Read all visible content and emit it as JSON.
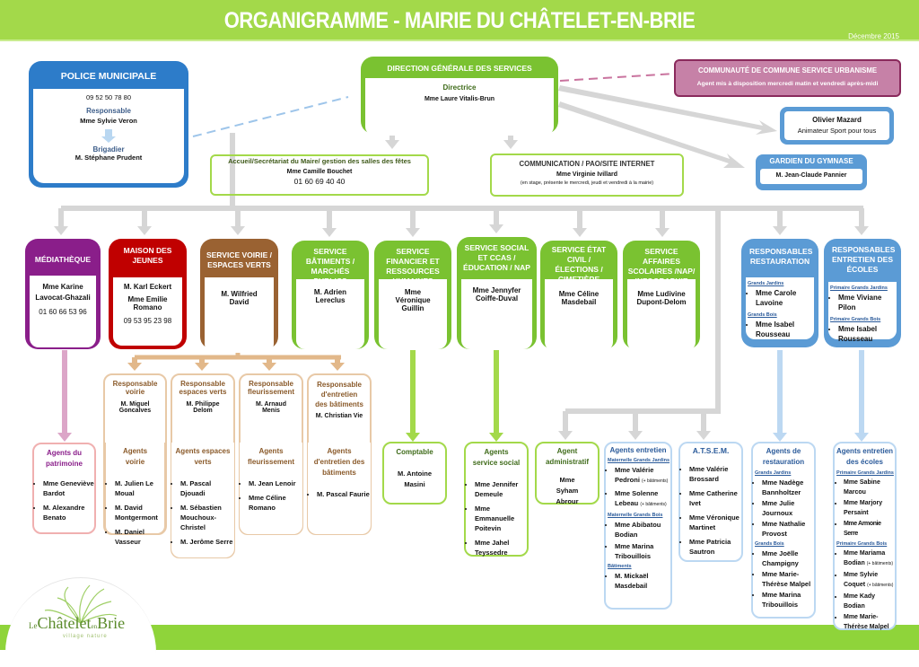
{
  "header": {
    "title": "ORGANIGRAMME - MAIRIE DU CHÂTELET-EN-BRIE",
    "date": "Décembre 2015"
  },
  "colors": {
    "green": "#7ac231",
    "light_green": "#a3d94a",
    "blue": "#2d7cc9",
    "purple": "#8a1e8a",
    "red": "#c00000",
    "brown": "#9a6232",
    "mauve": "#b85f8c",
    "tan": "#e2b88a",
    "gray_connector": "#d6d6d6"
  },
  "police": {
    "title": "POLICE MUNICIPALE",
    "phone": "09 52 50 78 80",
    "role1": "Responsable",
    "name1": "Mme Sylvie Veron",
    "role2": "Brigadier",
    "name2": "M. Stéphane Prudent"
  },
  "dgs": {
    "title": "DIRECTION GÉNÉRALE DES SERVICES",
    "role": "Directrice",
    "name": "Mme Laure Vitalis-Brun"
  },
  "urbanisme": {
    "title": "COMMUNAUTÉ DE COMMUNE SERVICE URBANISME",
    "note": "Agent mis à disposition mercredi matin et vendredi après-midi"
  },
  "sport": {
    "name": "Olivier Mazard",
    "role": "Animateur Sport pour tous"
  },
  "gymnase": {
    "title": "GARDIEN DU GYMNASE",
    "name": "M. Jean-Claude Pannier"
  },
  "accueil": {
    "title": "Accueil/Secrétariat du Maire/ gestion des salles des fêtes",
    "name": "Mme Camille Bouchet",
    "phone": "01 60 69 40 40"
  },
  "communication": {
    "title": "COMMUNICATION / PAO/SITE INTERNET",
    "name": "Mme Virginie Ivillard",
    "note": "(en stage, présente le mercredi, jeudi et vendredi à la mairie)"
  },
  "services": [
    {
      "title": "MÉDIATHÈQUE",
      "lines": [
        "Mme Karine",
        "Lavocat-Ghazali"
      ],
      "phone": "01 60 66 53 96"
    },
    {
      "title": "MAISON DES JEUNES",
      "lines": [
        "M. Karl Eckert",
        "Mme Emilie Romano"
      ],
      "phone": "09 53 95 23 98"
    },
    {
      "title": "SERVICE VOIRIE / ESPACES VERTS",
      "lines": [
        "M. Wilfried David"
      ]
    },
    {
      "title": "SERVICE BÂTIMENTS / MARCHÉS PUBLICS",
      "lines": [
        "M. Adrien Lereclus"
      ]
    },
    {
      "title": "SERVICE FINANCIER ET RESSOURCES HUMAINES",
      "lines": [
        "Mme Véronique Guillin"
      ]
    },
    {
      "title": "SERVICE SOCIAL ET CCAS / ÉDUCATION / NAP",
      "lines": [
        "Mme Jennyfer Coiffe-Duval"
      ]
    },
    {
      "title": "SERVICE ÉTAT CIVIL / ÉLECTIONS / CIMETIÈRE",
      "lines": [
        "Mme Céline Masdebail"
      ]
    },
    {
      "title": "SERVICE AFFAIRES SCOLAIRES /NAP/ INFOGRAPHIE",
      "lines": [
        "Mme Ludivine Dupont-Delom"
      ]
    }
  ],
  "resp_restauration": {
    "title": "RESPONSABLES RESTAURATION",
    "groups": [
      {
        "label": "Grands Jardins",
        "people": [
          "Mme Carole Lavoine"
        ]
      },
      {
        "label": "Grands Bois",
        "people": [
          "Mme Isabel Rousseau"
        ]
      }
    ]
  },
  "resp_ecoles": {
    "title": "RESPONSABLES ENTRETIEN DES ÉCOLES",
    "groups": [
      {
        "label": "Primaire Grands Jardins",
        "people": [
          "Mme Viviane Pilon"
        ]
      },
      {
        "label": "Primaire Grands Bois",
        "people": [
          "Mme Isabel Rousseau"
        ]
      }
    ]
  },
  "voirie_resp": [
    {
      "title": "Responsable voirie",
      "name": "M. Miguel Goncalves"
    },
    {
      "title": "Responsable espaces verts",
      "name": "M. Philippe Delom"
    },
    {
      "title": "Responsable fleurissement",
      "name": "M. Arnaud Menis"
    },
    {
      "title": "Responsable d'entretien des bâtiments",
      "name": "M. Christian Vie"
    }
  ],
  "agents": {
    "patrimoine": {
      "title": "Agents du patrimoine",
      "people": [
        "Mme Geneviève Bardot",
        "M. Alexandre Benato"
      ]
    },
    "voirie": {
      "title": "Agents voirie",
      "people": [
        "M. Julien Le Moual",
        "M. David Montgermont",
        "M. Daniel Vasseur"
      ]
    },
    "espaces_verts": {
      "title": "Agents espaces verts",
      "people": [
        "M. Pascal Djouadi",
        "M. Sébastien Mouchoux-Christel",
        "M. Jerôme Serre"
      ]
    },
    "fleurissement": {
      "title": "Agents fleurissement",
      "people": [
        "M. Jean Lenoir",
        "Mme Céline Romano"
      ]
    },
    "batiments": {
      "title": "Agents d'entretien des bâtiments",
      "people": [
        "M. Pascal Faurie"
      ]
    },
    "comptable": {
      "title": "Comptable",
      "name": "M. Antoine Masini"
    },
    "social": {
      "title": "Agents service social",
      "people": [
        "Mme Jennifer Demeule",
        "Mme Emmanuelle Poitevin",
        "Mme Jahel Teyssedre"
      ]
    },
    "administratif": {
      "title": "Agent administratif",
      "name": "Mme Syham Abrour"
    },
    "entretien": {
      "title": "Agents entretien",
      "groups": [
        {
          "label": "Maternelle Grands Jardins",
          "people": [
            {
              "name": "Mme Valérie Pedroni",
              "note": "(+ bâtiments)"
            },
            {
              "name": "Mme Solenne Lebeau",
              "note": "(+ bâtiments)"
            }
          ]
        },
        {
          "label": "Maternelle Grands Bois",
          "people": [
            {
              "name": "Mme Abibatou Bodian",
              "note": ""
            },
            {
              "name": "Mme Marina Tribouillois",
              "note": ""
            }
          ]
        },
        {
          "label": "Bâtiments",
          "people": [
            {
              "name": "M. Mickaël Masdebail",
              "note": ""
            }
          ]
        }
      ]
    },
    "atsem": {
      "title": "A.T.S.E.M.",
      "people": [
        "Mme Valérie Brossard",
        "Mme Catherine Ivet",
        "Mme Véronique Martinet",
        "Mme Patricia Sautron"
      ]
    },
    "restauration": {
      "title": "Agents de restauration",
      "groups": [
        {
          "label": "Grands Jardins",
          "people": [
            "Mme Nadège Bannholtzer",
            "Mme Julie Journoux",
            "Mme Nathalie Provost"
          ]
        },
        {
          "label": "Grands Bois",
          "people": [
            "Mme Joëlle Champigny",
            "Mme Marie-Thérèse Malpel",
            "Mme Marina Tribouillois"
          ]
        }
      ]
    },
    "ecoles": {
      "title": "Agents entretien des écoles",
      "groups": [
        {
          "label": "Primaire Grands Jardins",
          "people": [
            {
              "name": "Mme Sabine Marcou",
              "note": ""
            },
            {
              "name": "Mme Marjory Persaint",
              "note": ""
            },
            {
              "name": "Mme Armonie Serre",
              "note": ""
            }
          ]
        },
        {
          "label": "Primaire Grands Bois",
          "people": [
            {
              "name": "Mme Mariama Bodian",
              "note": "(+ bâtiments)"
            },
            {
              "name": "Mme Sylvie Coquet",
              "note": "(+ bâtiments)"
            },
            {
              "name": "Mme Kady Bodian",
              "note": ""
            },
            {
              "name": "Mme Marie-Thérèse Malpel",
              "note": ""
            }
          ]
        }
      ]
    }
  },
  "logo": {
    "prefix": "Le",
    "main": "Châtelet",
    "mid": "en",
    "end": "Brie",
    "tagline": "village nature"
  }
}
